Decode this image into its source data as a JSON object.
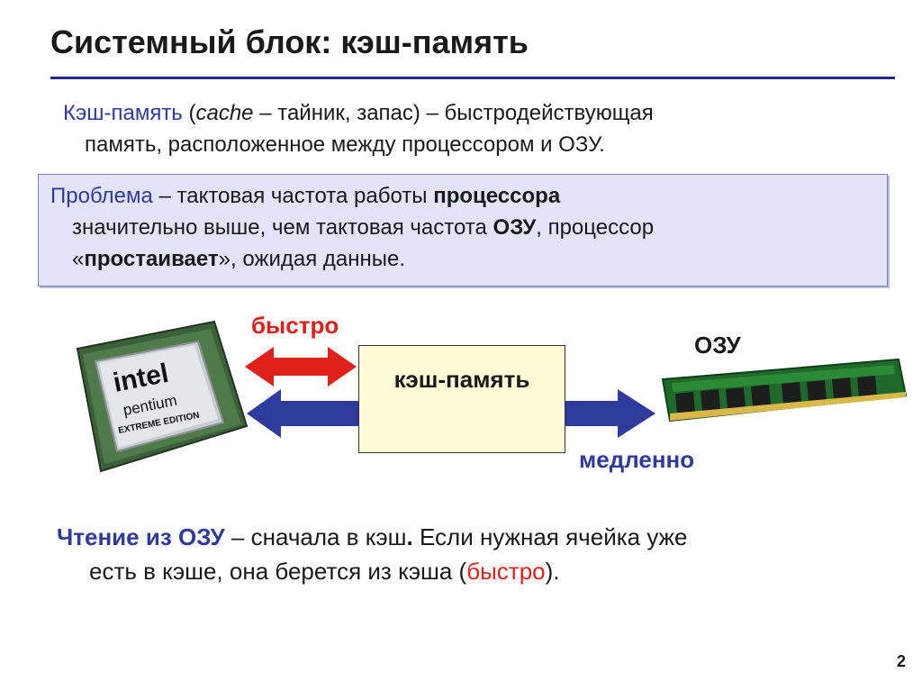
{
  "slide": {
    "title": "Системный блок: кэш-память",
    "page_number": "2"
  },
  "definition": {
    "term": "Кэш-память",
    "paren_open": " (",
    "latin": "cache",
    "paren_rest": " – тайник, запас) – быстродействующая",
    "line2": "память, расположенное между процессором и ОЗУ."
  },
  "problem": {
    "term": "Проблема",
    "t1": " – тактовая частота работы ",
    "b1": "процессора",
    "t2": "значительно выше, чем тактовая частота ",
    "b2": "ОЗУ",
    "t3": ", процессор",
    "t4": "«",
    "b3": "простаивает",
    "t5": "», ожидая данные."
  },
  "diagram": {
    "fast_label": "быстро",
    "cache_label": "кэш-память",
    "ram_label": "ОЗУ",
    "slow_label": "медленно",
    "cpu_brand": "intel",
    "cpu_model": "pentium",
    "cpu_edition": "EXTREME EDITION"
  },
  "reading": {
    "term": "Чтение из ОЗУ",
    "t1": " – сначала в кэш",
    "dot": ".",
    "t2": " Если нужная ячейка уже",
    "t3": "есть в кэше, она берется из кэша (",
    "red": "быстро",
    "t4": ")."
  },
  "colors": {
    "blue": "#2e3a9c",
    "red": "#e0201b",
    "box_fill": "#e3e4fa",
    "cache_fill": "#fffbd6"
  }
}
